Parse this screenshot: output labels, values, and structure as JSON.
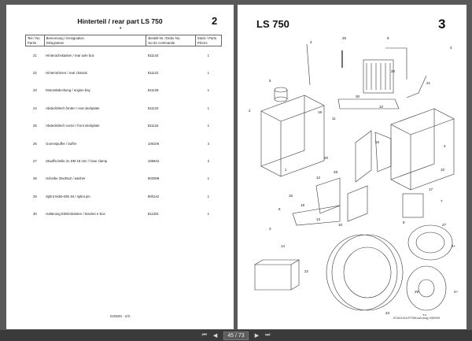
{
  "left_page": {
    "title": "Hinterteil / rear part LS 750",
    "page_number": "2",
    "mark": "•",
    "headers": {
      "no": "Teil / No\nPartie",
      "desc": "Benennung / Designation\nDésignation",
      "order": "Bestell-Nr. /Order No.\nNo de commande",
      "qty": "Stück / Parts\nPièces"
    },
    "rows": [
      {
        "no": "21",
        "desc": "Hinterachskasten / rear axle box",
        "order": "811144",
        "qty": "1"
      },
      {
        "no": "22",
        "desc": "Hinterrahmen / rear chassis",
        "order": "811131",
        "qty": "1"
      },
      {
        "no": "23",
        "desc": "Motorabdeckung / engine bay",
        "order": "811128",
        "qty": "1"
      },
      {
        "no": "24",
        "desc": "Abdeckblech hinten / rear deckplate",
        "order": "811133",
        "qty": "1"
      },
      {
        "no": "25",
        "desc": "Abdeckblech vorne / front deckplate",
        "order": "811132",
        "qty": "1"
      },
      {
        "no": "26",
        "desc": "Gummipuffer / buffer",
        "order": "106106",
        "qty": "4"
      },
      {
        "no": "27",
        "desc": "Stauffschelle 2x DM 18 mm / hose clamp",
        "order": "105942",
        "qty": "2"
      },
      {
        "no": "28",
        "desc": "Scheibe 25x35x2 / washer",
        "order": "902099",
        "qty": "1"
      },
      {
        "no": "29",
        "desc": "Splint 5x50-DIN 94 / splint pin",
        "order": "900142",
        "qty": "1"
      },
      {
        "no": "30",
        "desc": "Halterung Elektrokasten / bracket e-box",
        "order": "811251",
        "qty": "1"
      }
    ],
    "footer": "020500 - 2/2"
  },
  "right_page": {
    "title": "LS 750",
    "page_number": "3",
    "drawing_ref": "E15410ULPT0flrva3.dwg  030999",
    "callouts": [
      "4",
      "25",
      "9",
      "5",
      "4",
      "2",
      "30",
      "19",
      "26",
      "21",
      "12",
      "11",
      "15",
      "28",
      "1",
      "12",
      "20",
      "10",
      "4",
      "17",
      "7",
      "18",
      "6",
      "13",
      "8",
      "14",
      "10",
      "3",
      "16",
      "22",
      "24",
      "27",
      "4+",
      "4+",
      "23",
      "29"
    ]
  },
  "toolbar": {
    "first": "⏮",
    "prev": "◀",
    "page_field": "45 / 73",
    "next": "▶",
    "last": "⏭"
  }
}
